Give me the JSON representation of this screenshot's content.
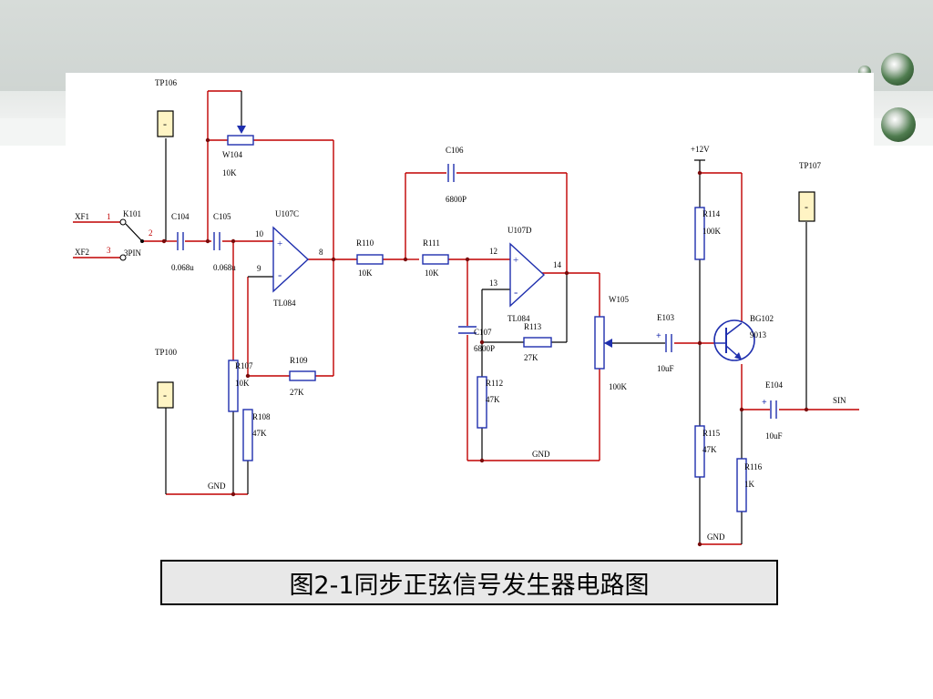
{
  "diagram": {
    "ports": {
      "xf1": "XF1",
      "xf2": "XF2",
      "sin": "SIN"
    },
    "pins": {
      "p1": "1",
      "p2": "2",
      "p3": "3",
      "p10": "10",
      "p9": "9",
      "p8": "8",
      "p12": "12",
      "p13": "13",
      "p14": "14"
    },
    "switch": {
      "ref": "K101",
      "type": "3PIN"
    },
    "testpoints": {
      "tp106": "TP106",
      "tp100": "TP100",
      "tp107": "TP107",
      "mark": "-"
    },
    "components": {
      "c104": {
        "ref": "C104",
        "value": "0.068u"
      },
      "c105": {
        "ref": "C105",
        "value": "0.068u"
      },
      "w104": {
        "ref": "W104",
        "value": "10K"
      },
      "u107c": {
        "ref": "U107C",
        "type": "TL084"
      },
      "u107d": {
        "ref": "U107D",
        "type": "TL084"
      },
      "r107": {
        "ref": "R107",
        "value": "10K"
      },
      "r108": {
        "ref": "R108",
        "value": "47K"
      },
      "r109": {
        "ref": "R109",
        "value": "27K"
      },
      "r110": {
        "ref": "R110",
        "value": "10K"
      },
      "r111": {
        "ref": "R111",
        "value": "10K"
      },
      "c106": {
        "ref": "C106",
        "value": "6800P"
      },
      "c107": {
        "ref": "C107",
        "value": "6800P"
      },
      "r112": {
        "ref": "R112",
        "value": "47K"
      },
      "r113": {
        "ref": "R113",
        "value": "27K"
      },
      "w105": {
        "ref": "W105",
        "value": "100K"
      },
      "e103": {
        "ref": "E103",
        "value": "10uF"
      },
      "e104": {
        "ref": "E104",
        "value": "10uF"
      },
      "r114": {
        "ref": "R114",
        "value": "100K"
      },
      "r115": {
        "ref": "R115",
        "value": "47K"
      },
      "r116": {
        "ref": "R116",
        "value": "1K"
      },
      "bg102": {
        "ref": "BG102",
        "type": "9013"
      }
    },
    "nets": {
      "gnd": "GND",
      "vcc": "+12V",
      "plus": "+",
      "minus": "-"
    }
  },
  "caption": "图2-1同步正弦信号发生器电路图"
}
